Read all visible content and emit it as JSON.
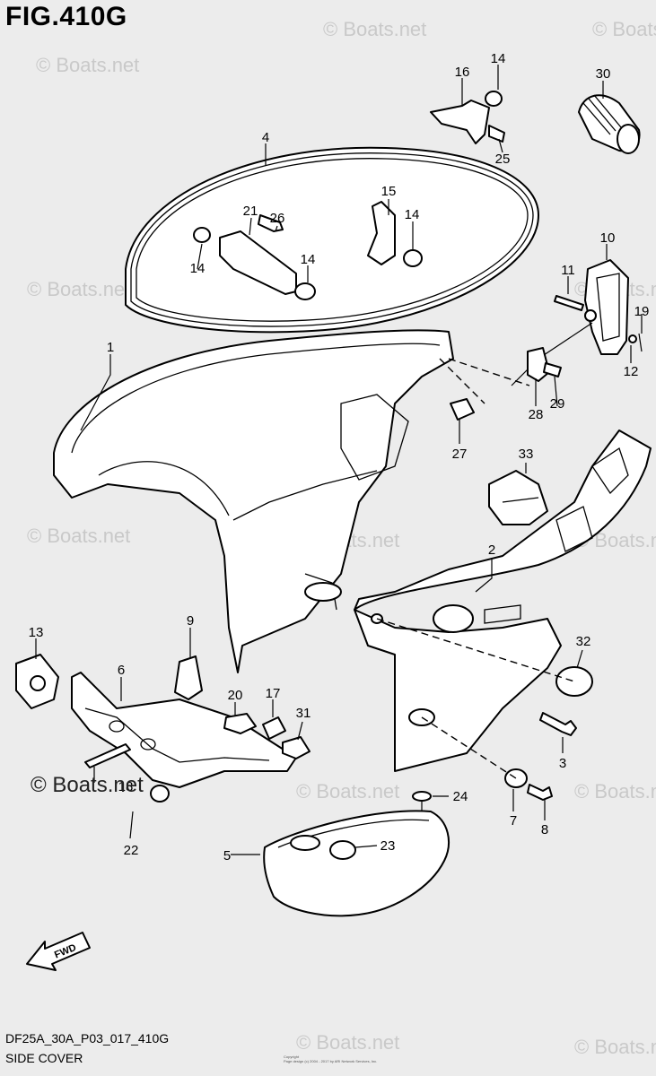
{
  "figure": {
    "title": "FIG.410G",
    "model_code": "DF25A_30A_P03_017_410G",
    "section_title": "SIDE COVER",
    "copyright_line1": "Copyright",
    "copyright_line2": "Page design (c) 2004 - 2017 by ARI Network Services, Inc.",
    "direction_label": "FWD"
  },
  "watermark": {
    "text": "© Boats.net",
    "foreground_text": "© Boats.net"
  },
  "callouts": [
    {
      "id": "1",
      "label": "1"
    },
    {
      "id": "2",
      "label": "2"
    },
    {
      "id": "3",
      "label": "3"
    },
    {
      "id": "4",
      "label": "4"
    },
    {
      "id": "5",
      "label": "5"
    },
    {
      "id": "6",
      "label": "6"
    },
    {
      "id": "7",
      "label": "7"
    },
    {
      "id": "8",
      "label": "8"
    },
    {
      "id": "9",
      "label": "9"
    },
    {
      "id": "10",
      "label": "10"
    },
    {
      "id": "11",
      "label": "11"
    },
    {
      "id": "12",
      "label": "12"
    },
    {
      "id": "13",
      "label": "13"
    },
    {
      "id": "14a",
      "label": "14"
    },
    {
      "id": "14b",
      "label": "14"
    },
    {
      "id": "14c",
      "label": "14"
    },
    {
      "id": "14d",
      "label": "14"
    },
    {
      "id": "15",
      "label": "15"
    },
    {
      "id": "16",
      "label": "16"
    },
    {
      "id": "17",
      "label": "17"
    },
    {
      "id": "18",
      "label": "18"
    },
    {
      "id": "19",
      "label": "19"
    },
    {
      "id": "20",
      "label": "20"
    },
    {
      "id": "21",
      "label": "21"
    },
    {
      "id": "22",
      "label": "22"
    },
    {
      "id": "23",
      "label": "23"
    },
    {
      "id": "24",
      "label": "24"
    },
    {
      "id": "25",
      "label": "25"
    },
    {
      "id": "26",
      "label": "26"
    },
    {
      "id": "27",
      "label": "27"
    },
    {
      "id": "28",
      "label": "28"
    },
    {
      "id": "29",
      "label": "29"
    },
    {
      "id": "30",
      "label": "30"
    },
    {
      "id": "31",
      "label": "31"
    },
    {
      "id": "32",
      "label": "32"
    },
    {
      "id": "33",
      "label": "33"
    }
  ]
}
